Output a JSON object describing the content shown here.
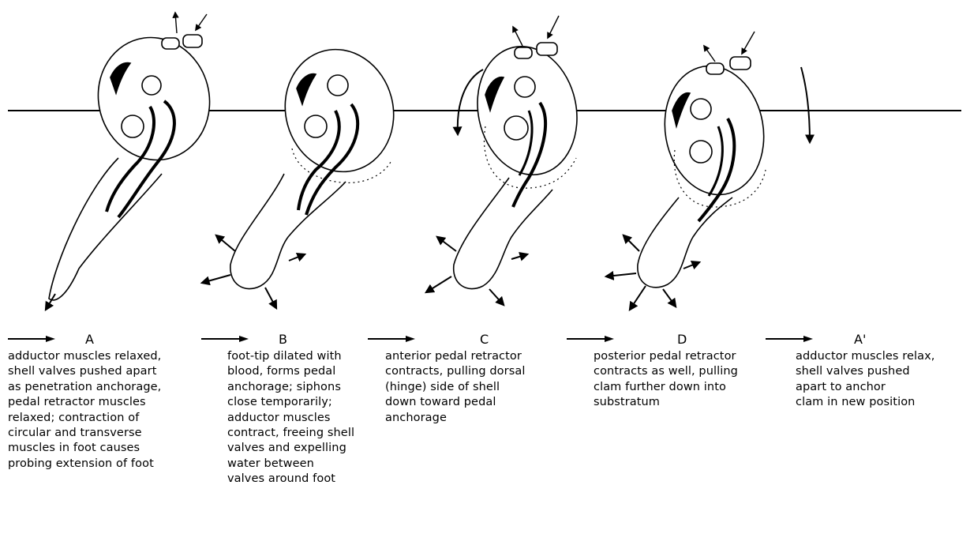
{
  "stages": [
    {
      "letter": "A",
      "text": "adductor muscles relaxed,\nshell valves pushed apart\nas penetration anchorage,\npedal retractor muscles\nrelaxed; contraction of\ncircular and transverse\nmuscles in foot causes\nprobing extension of foot"
    },
    {
      "letter": "B",
      "text": "foot-tip dilated with\nblood, forms pedal\nanchorage; siphons\nclose temporarily;\nadductor muscles\ncontract, freeing shell\nvalves and expelling\nwater between\nvalves around foot"
    },
    {
      "letter": "C",
      "text": "anterior pedal retractor\ncontracts, pulling dorsal\n(hinge) side of shell\ndown toward pedal\nanchorage"
    },
    {
      "letter": "D",
      "text": "posterior pedal retractor\ncontracts as well, pulling\nclam further down into\nsubstratum"
    },
    {
      "letter": "A'",
      "text": "adductor muscles relax,\nshell valves pushed\napart to anchor\nclam in new position"
    }
  ],
  "colors": {
    "ink": "#000000",
    "background": "#ffffff"
  }
}
